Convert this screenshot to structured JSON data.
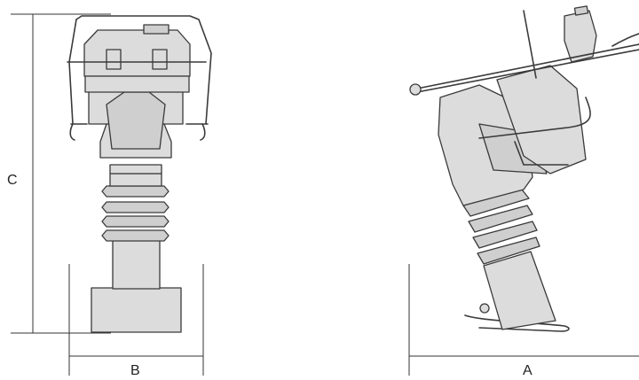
{
  "labels": {
    "c": "C",
    "b": "B",
    "a": "A"
  }
}
